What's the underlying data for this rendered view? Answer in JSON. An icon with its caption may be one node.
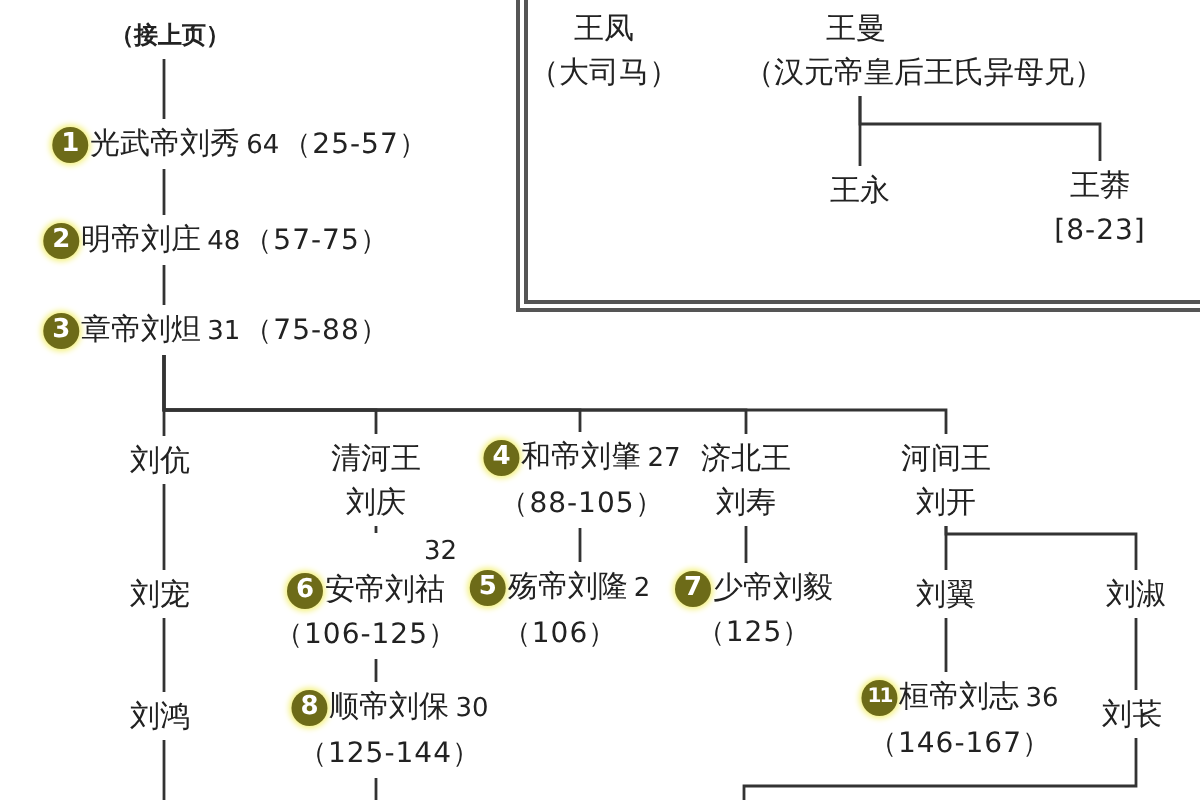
{
  "diagram": {
    "nodes": [
      {
        "text": [],
        "shape": "box"
      },
      {
        "text": [
          "王凤",
          "（大司马）"
        ],
        "in": 0
      },
      {
        "text": [
          "王曼",
          "（汉元帝皇后王氏异母兄）"
        ],
        "in": 0
      },
      {
        "text": [
          "王永"
        ],
        "in": 0
      },
      {
        "text": [
          "王莽",
          "[8-23]"
        ],
        "in": 0
      },
      {
        "text": [
          "（接上页）"
        ]
      },
      {
        "text": [
          "1",
          "光武帝刘秀",
          "64",
          "（25-57）"
        ]
      },
      {
        "text": [
          "2",
          "明帝刘庄",
          "48",
          "（57-75）"
        ]
      },
      {
        "text": [
          "3",
          "章帝刘炟",
          "31",
          "（75-88）"
        ]
      },
      {
        "text": [
          "刘伉"
        ]
      },
      {
        "text": [
          "清河王",
          "刘庆"
        ]
      },
      {
        "text": [
          "4",
          "和帝刘肇",
          "27",
          "（88-105）"
        ]
      },
      {
        "text": [
          "济北王",
          "刘寿"
        ]
      },
      {
        "text": [
          "河间王",
          "刘开"
        ]
      },
      {
        "text": [
          "刘宠"
        ]
      },
      {
        "text": [
          "32",
          "6",
          "安帝刘祜",
          "（106-125）"
        ]
      },
      {
        "text": [
          "5",
          "殇帝刘隆",
          "2",
          "（106）"
        ]
      },
      {
        "text": [
          "7",
          "少帝刘毅",
          "（125）"
        ]
      },
      {
        "text": [
          "刘翼"
        ]
      },
      {
        "text": [
          "刘淑"
        ]
      },
      {
        "text": [
          "刘鸿"
        ]
      },
      {
        "text": [
          "8",
          "顺帝刘保",
          "30",
          "（125-144）"
        ]
      },
      {
        "text": [
          "11",
          "桓帝刘志",
          "36",
          "（146-167）"
        ]
      },
      {
        "text": [
          "刘苌"
        ]
      }
    ],
    "edges": [
      {
        "from": 2,
        "to": 3,
        "arrow": "none"
      },
      {
        "from": 2,
        "to": 4,
        "arrow": "none"
      },
      {
        "from": 5,
        "to": 6,
        "arrow": "none"
      },
      {
        "from": 6,
        "to": 7,
        "arrow": "none"
      },
      {
        "from": 7,
        "to": 8,
        "arrow": "none"
      },
      {
        "from": 8,
        "to": 9,
        "arrow": "none"
      },
      {
        "from": 8,
        "to": 10,
        "arrow": "none"
      },
      {
        "from": 8,
        "to": 11,
        "arrow": "none"
      },
      {
        "from": 8,
        "to": 12,
        "arrow": "none"
      },
      {
        "from": 8,
        "to": 13,
        "arrow": "none"
      },
      {
        "from": 9,
        "to": 14,
        "arrow": "none"
      },
      {
        "from": 14,
        "to": 20,
        "arrow": "none"
      },
      {
        "from": 20,
        "to": null,
        "arrow": "none"
      },
      {
        "from": 10,
        "to": 15,
        "arrow": "none"
      },
      {
        "from": 15,
        "to": 21,
        "arrow": "none"
      },
      {
        "from": 21,
        "to": null,
        "arrow": "none"
      },
      {
        "from": 11,
        "to": 16,
        "arrow": "none"
      },
      {
        "from": 12,
        "to": 17,
        "arrow": "none"
      },
      {
        "from": 13,
        "to": 18,
        "arrow": "none"
      },
      {
        "from": 13,
        "to": 19,
        "arrow": "none"
      },
      {
        "from": 18,
        "to": 22,
        "arrow": "none"
      },
      {
        "from": 19,
        "to": 23,
        "arrow": "none"
      },
      {
        "from": 23,
        "to": null,
        "arrow": "none"
      }
    ]
  }
}
